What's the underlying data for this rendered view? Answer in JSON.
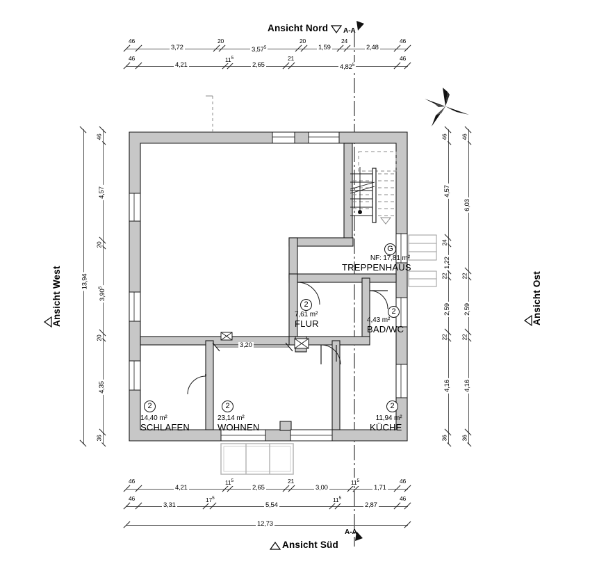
{
  "drawing": {
    "type": "architectural-floor-plan",
    "language": "de",
    "titles": {
      "north": "Ansicht Nord",
      "south": "Ansicht Süd",
      "west": "Ansicht West",
      "east": "Ansicht Ost"
    },
    "section_label_top": "A-A",
    "section_label_bottom": "A-A",
    "compass": "north-arrow"
  },
  "rooms": [
    {
      "tag": "2",
      "area": "14,40 m²",
      "name": "SCHLAFEN"
    },
    {
      "tag": "2",
      "area": "23,14 m²",
      "name": "WOHNEN"
    },
    {
      "tag": "2",
      "area": "11,94 m²",
      "name": "KÜCHE"
    },
    {
      "tag": "2",
      "area": "7,61 m²",
      "name": "FLUR"
    },
    {
      "tag": "2",
      "area": "4,43 m²",
      "name": "BAD/WC"
    },
    {
      "tag": "G",
      "area": "NF: 17,81 m²",
      "name": "TREPPENHAUS"
    }
  ],
  "dimensions": {
    "top_row_1": [
      {
        "value": "46",
        "type": "small"
      },
      {
        "value": "3,72",
        "type": "main"
      },
      {
        "value": "20",
        "type": "small"
      },
      {
        "value": "3,57",
        "sup": "5",
        "type": "main"
      },
      {
        "value": "20",
        "type": "small"
      },
      {
        "value": "1,59",
        "type": "main"
      },
      {
        "value": "24",
        "type": "small"
      },
      {
        "value": "2,48",
        "type": "main"
      },
      {
        "value": "46",
        "type": "small"
      }
    ],
    "top_row_2": [
      {
        "value": "46",
        "type": "small"
      },
      {
        "value": "4,21",
        "type": "main"
      },
      {
        "value": "11",
        "sup": "5",
        "type": "small"
      },
      {
        "value": "2,65",
        "type": "main"
      },
      {
        "value": "21",
        "type": "small"
      },
      {
        "value": "4,82",
        "sup": "5",
        "type": "main"
      },
      {
        "value": "46",
        "type": "small"
      }
    ],
    "bottom_row_1": [
      {
        "value": "46",
        "type": "small"
      },
      {
        "value": "4,21",
        "type": "main"
      },
      {
        "value": "11",
        "sup": "5",
        "type": "small"
      },
      {
        "value": "2,65",
        "type": "main"
      },
      {
        "value": "21",
        "type": "small"
      },
      {
        "value": "3,00",
        "type": "main"
      },
      {
        "value": "11",
        "sup": "5",
        "type": "small"
      },
      {
        "value": "1,71",
        "type": "main"
      },
      {
        "value": "46",
        "type": "small"
      }
    ],
    "bottom_row_2": [
      {
        "value": "46",
        "type": "small"
      },
      {
        "value": "3,31",
        "type": "main"
      },
      {
        "value": "17",
        "sup": "5",
        "type": "small"
      },
      {
        "value": "5,54",
        "type": "main"
      },
      {
        "value": "11",
        "sup": "5",
        "type": "small"
      },
      {
        "value": "2,87",
        "type": "main"
      },
      {
        "value": "46",
        "type": "small"
      }
    ],
    "bottom_total": "12,73",
    "left_inner": [
      {
        "value": "46",
        "type": "small"
      },
      {
        "value": "4,57",
        "type": "main"
      },
      {
        "value": "20",
        "type": "small"
      },
      {
        "value": "3,90",
        "sup": "5",
        "type": "main"
      },
      {
        "value": "20",
        "type": "small"
      },
      {
        "value": "4,35",
        "type": "main"
      },
      {
        "value": "36",
        "type": "small"
      }
    ],
    "left_total": "13,94",
    "right_inner": [
      {
        "value": "46",
        "type": "small"
      },
      {
        "value": "4,57",
        "type": "main"
      },
      {
        "value": "24",
        "type": "small"
      },
      {
        "value": "1,22",
        "type": "main"
      },
      {
        "value": "22",
        "type": "small"
      },
      {
        "value": "2,59",
        "type": "main"
      },
      {
        "value": "22",
        "type": "small"
      },
      {
        "value": "4,16",
        "type": "main"
      },
      {
        "value": "36",
        "type": "small"
      }
    ],
    "right_outer": [
      {
        "value": "46",
        "type": "small"
      },
      {
        "value": "6,03",
        "type": "main"
      },
      {
        "value": "22",
        "type": "small"
      },
      {
        "value": "2,59",
        "type": "main"
      },
      {
        "value": "22",
        "type": "small"
      },
      {
        "value": "4,16",
        "type": "main"
      },
      {
        "value": "36",
        "type": "small"
      }
    ],
    "interior_flur": "3,20"
  }
}
